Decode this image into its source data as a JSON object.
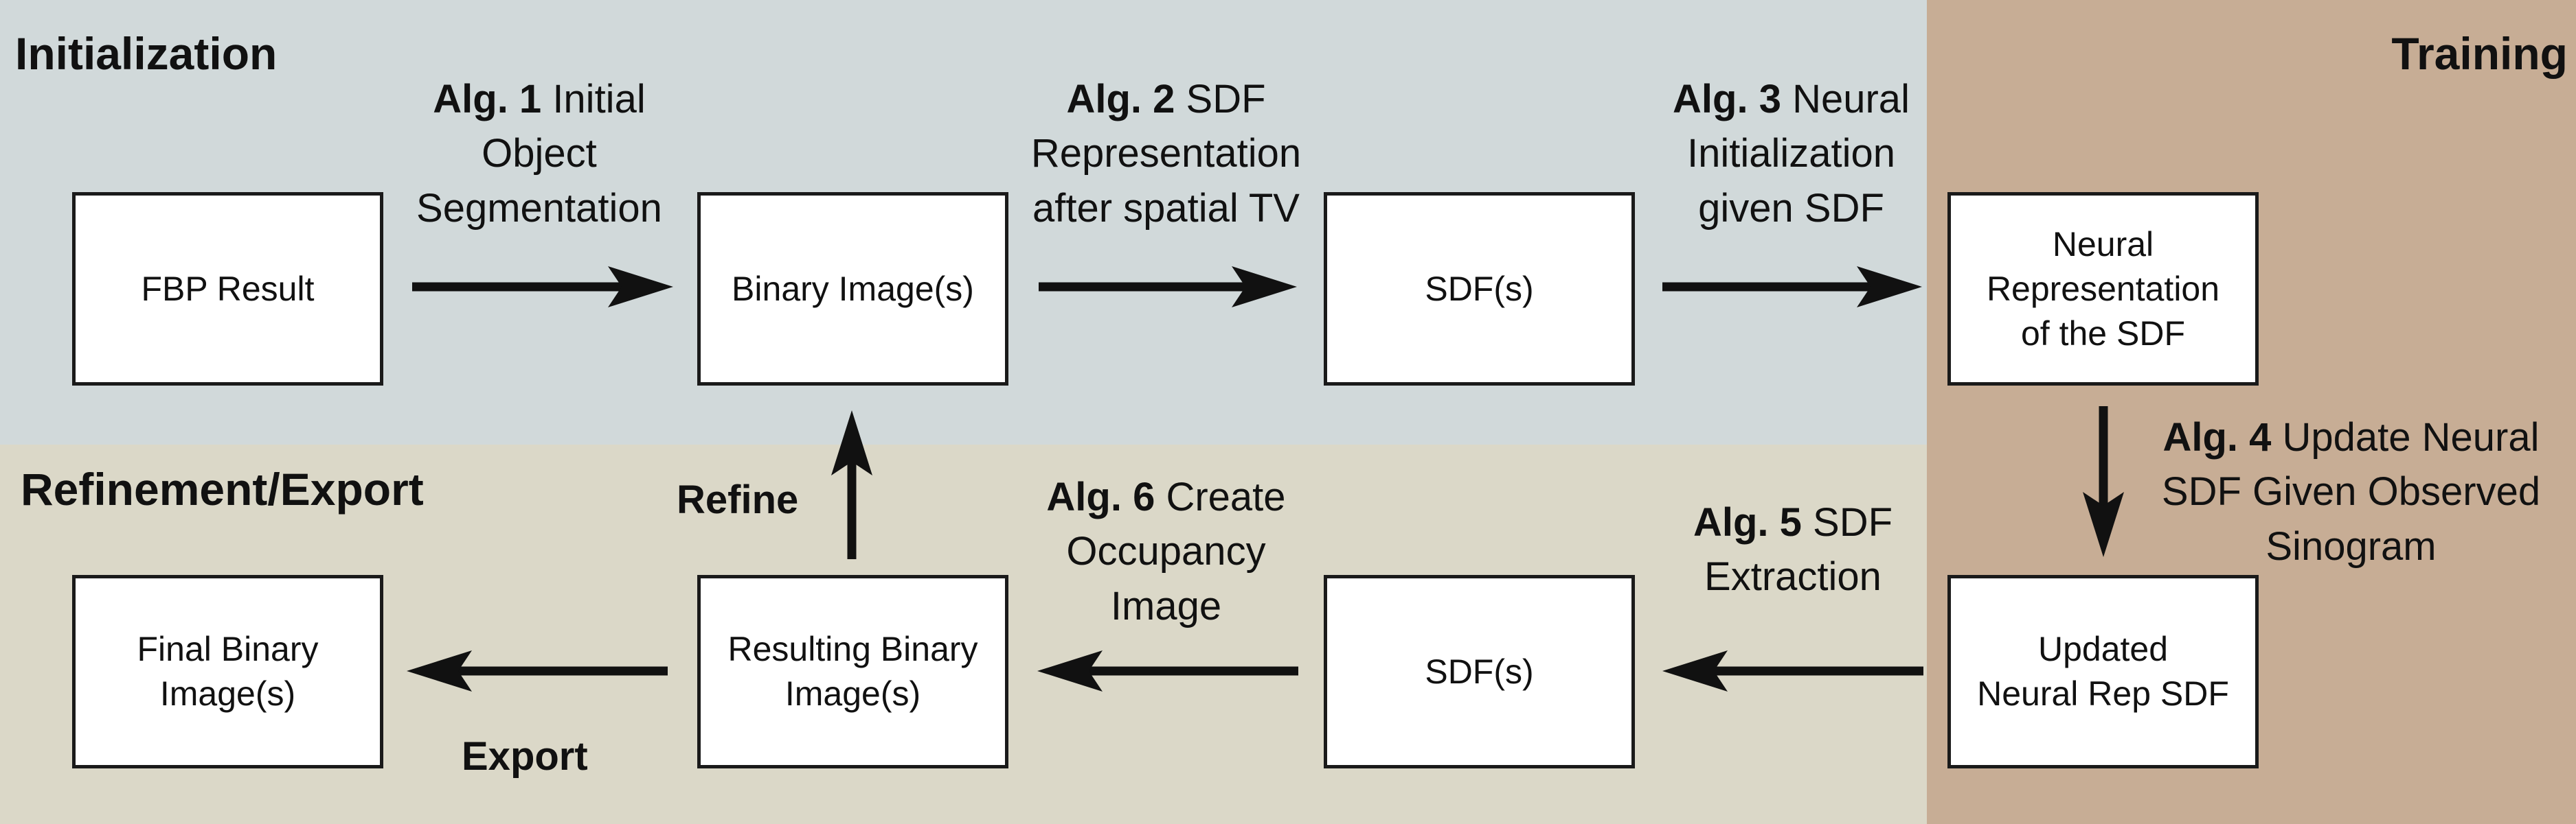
{
  "sections": {
    "initialization": "Initialization",
    "training": "Training",
    "refinement_export": "Refinement/Export"
  },
  "boxes": {
    "fbp_result": "FBP Result",
    "binary_images": "Binary Image(s)",
    "sdfs_top": "SDF(s)",
    "neural_representation": "Neural\nRepresentation\nof the SDF",
    "updated_neural_rep": "Updated\nNeural Rep SDF",
    "sdfs_bottom": "SDF(s)",
    "resulting_binary": "Resulting Binary\nImage(s)",
    "final_binary": "Final Binary\nImage(s)"
  },
  "algorithms": {
    "alg1": {
      "tag": "Alg. 1",
      "line1": "Initial",
      "line2": "Object",
      "line3": "Segmentation"
    },
    "alg2": {
      "tag": "Alg. 2",
      "line1": "SDF",
      "line2": "Representation",
      "line3": "after spatial TV"
    },
    "alg3": {
      "tag": "Alg. 3",
      "line1": "Neural",
      "line2": "Initialization",
      "line3": "given SDF"
    },
    "alg4": {
      "tag": "Alg. 4",
      "line1": "Update Neural",
      "line2": "SDF Given Observed",
      "line3": "Sinogram"
    },
    "alg5": {
      "tag": "Alg. 5",
      "line1": "SDF",
      "line2": "Extraction"
    },
    "alg6": {
      "tag": "Alg. 6",
      "line1": "Create",
      "line2": "Occupancy",
      "line3": "Image"
    }
  },
  "labels": {
    "refine": "Refine",
    "export": "Export"
  }
}
